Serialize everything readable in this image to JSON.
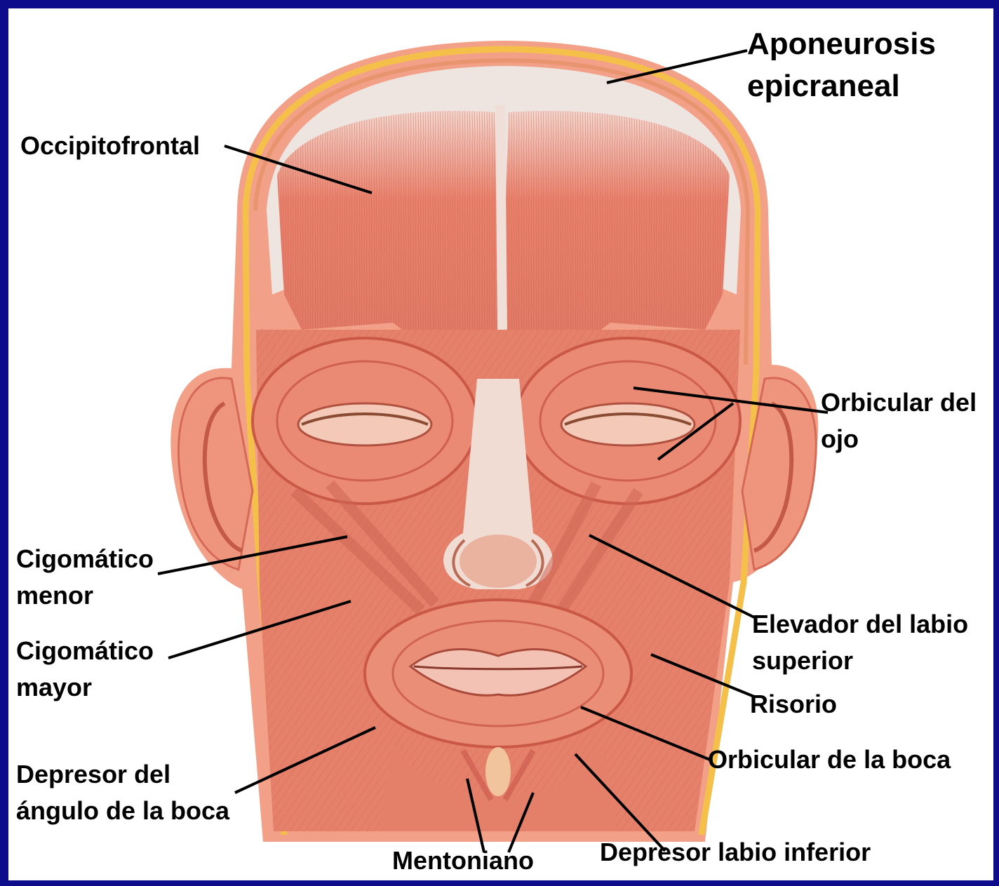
{
  "diagram": {
    "border_color": "#0d0d8c",
    "muscle_color": "#e8836f",
    "labels": {
      "aponeurosis": [
        "Aponeurosis",
        "epicraneal"
      ],
      "occipitofrontal": [
        "Occipitofrontal"
      ],
      "orbicular_ojo": [
        "Orbicular del",
        "ojo"
      ],
      "cigomatico_menor": [
        "Cigomático",
        "menor"
      ],
      "cigomatico_mayor": [
        "Cigomático",
        "mayor"
      ],
      "elevador": [
        "Elevador del labio",
        "superior"
      ],
      "risorio": [
        "Risorio"
      ],
      "orbicular_boca": [
        "Orbicular de la boca"
      ],
      "depresor_angulo": [
        "Depresor del",
        "ángulo de la boca"
      ],
      "mentoniano": [
        "Mentoniano"
      ],
      "depresor_labio": [
        "Depresor labio inferior"
      ]
    }
  }
}
